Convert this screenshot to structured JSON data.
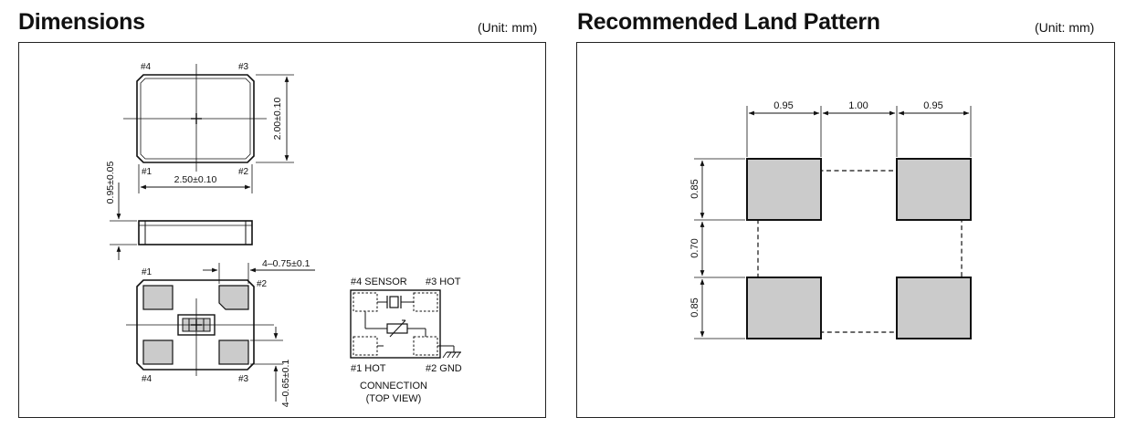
{
  "left": {
    "title": "Dimensions",
    "unit": "(Unit: mm)",
    "top_view": {
      "pin4": "#4",
      "pin3": "#3",
      "pin1": "#1",
      "pin2": "#2",
      "width": "2.50±0.10",
      "height": "2.00±0.10"
    },
    "side_view": {
      "thickness": "0.95±0.05"
    },
    "bottom_view": {
      "pin1": "#1",
      "pin2": "#2",
      "pin4": "#4",
      "pin3": "#3",
      "pad_width": "4–0.75±0.1",
      "pad_height": "4–0.65±0.1"
    },
    "connection": {
      "pin4_label": "#4 SENSOR",
      "pin3_label": "#3 HOT",
      "pin1_label": "#1 HOT",
      "pin2_label": "#2 GND",
      "caption_line1": "CONNECTION",
      "caption_line2": "(TOP VIEW)"
    }
  },
  "right": {
    "title": "Recommended Land Pattern",
    "unit": "(Unit: mm)",
    "dims": {
      "pad_width_left": "0.95",
      "gap_width": "1.00",
      "pad_width_right": "0.95",
      "pad_height_top": "0.85",
      "gap_height": "0.70",
      "pad_height_bottom": "0.85"
    }
  },
  "colors": {
    "pad_fill": "#cbcbcb",
    "line": "#111111"
  }
}
